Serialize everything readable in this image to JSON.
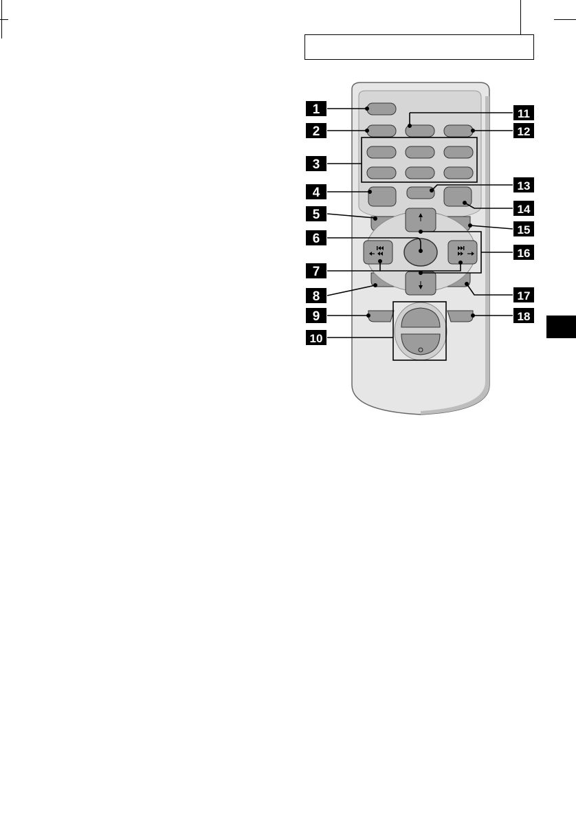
{
  "callouts": [
    {
      "label": "1"
    },
    {
      "label": "2"
    },
    {
      "label": "3"
    },
    {
      "label": "4"
    },
    {
      "label": "5"
    },
    {
      "label": "6"
    },
    {
      "label": "7"
    },
    {
      "label": "8"
    },
    {
      "label": "9"
    },
    {
      "label": "10"
    },
    {
      "label": "11"
    },
    {
      "label": "12"
    },
    {
      "label": "13"
    },
    {
      "label": "14"
    },
    {
      "label": "15"
    },
    {
      "label": "16"
    },
    {
      "label": "17"
    },
    {
      "label": "18"
    }
  ],
  "icons": {
    "up_arrow": "arrow-up-icon",
    "down_arrow": "arrow-down-icon",
    "left_seek": "seek-back-icon",
    "right_seek": "seek-forward-icon",
    "power": "power-circle-icon"
  },
  "colors": {
    "callout_fill": "#000000",
    "remote_body": "#e3e3e3",
    "remote_panel": "#d2d2d2",
    "button_fill": "#9c9c9c",
    "outline": "#000000"
  }
}
